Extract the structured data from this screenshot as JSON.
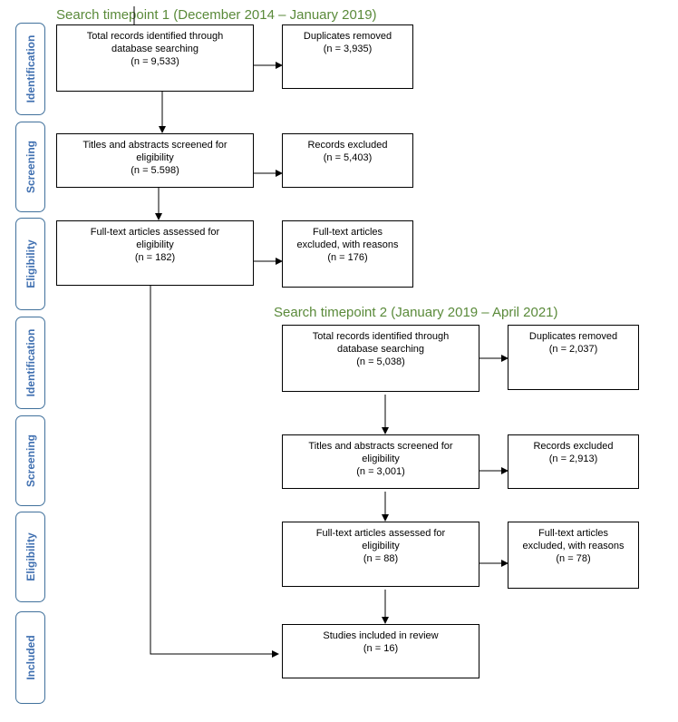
{
  "colors": {
    "heading": "#5a8a3a",
    "tab_text": "#3f6fb0",
    "tab_border": "#41719c"
  },
  "timepoint1": {
    "heading": "Search timepoint 1 (December 2014 – January 2019)",
    "records": [
      "Total records identified through",
      "database searching",
      "(n = 9,533)"
    ],
    "duplicates": [
      "Duplicates removed",
      "(n = 3,935)"
    ],
    "screened": [
      "Titles and abstracts screened for",
      "eligibility",
      "(n = 5.598)"
    ],
    "excluded": [
      "Records excluded",
      "(n = 5,403)"
    ],
    "fulltext": [
      "Full-text articles assessed for",
      "eligibility",
      "(n = 182)"
    ],
    "fulltext_excluded": [
      "Full-text articles",
      "excluded, with reasons",
      "(n = 176)"
    ]
  },
  "timepoint2": {
    "heading": "Search timepoint 2 (January 2019 – April 2021)",
    "records": [
      "Total records identified through",
      "database searching",
      "(n = 5,038)"
    ],
    "duplicates": [
      "Duplicates removed",
      "(n = 2,037)"
    ],
    "screened": [
      "Titles and abstracts screened for",
      "eligibility",
      "(n = 3,001)"
    ],
    "excluded": [
      "Records excluded",
      "(n = 2,913)"
    ],
    "fulltext": [
      "Full-text articles assessed for",
      "eligibility",
      "(n = 88)"
    ],
    "fulltext_excluded": [
      "Full-text articles",
      "excluded, with reasons",
      "(n = 78)"
    ]
  },
  "included": [
    "Studies included in review",
    "(n = 16)"
  ],
  "stages": [
    "Identification",
    "Screening",
    "Eligibility",
    "Identification",
    "Screening",
    "Eligibility",
    "Included"
  ]
}
